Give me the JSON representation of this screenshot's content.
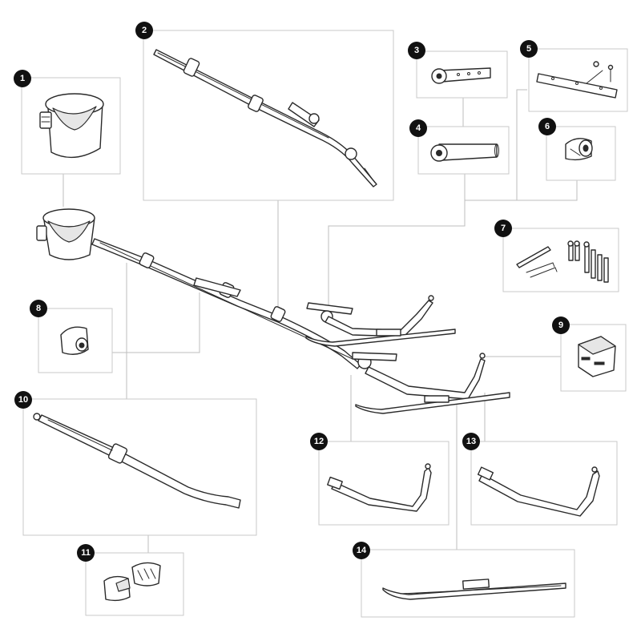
{
  "diagram": {
    "callouts": [
      {
        "id": 1,
        "label": "1"
      },
      {
        "id": 2,
        "label": "2"
      },
      {
        "id": 3,
        "label": "3"
      },
      {
        "id": 4,
        "label": "4"
      },
      {
        "id": 5,
        "label": "5"
      },
      {
        "id": 6,
        "label": "6"
      },
      {
        "id": 7,
        "label": "7"
      },
      {
        "id": 8,
        "label": "8"
      },
      {
        "id": 9,
        "label": "9"
      },
      {
        "id": 10,
        "label": "10"
      },
      {
        "id": 11,
        "label": "11"
      },
      {
        "id": 12,
        "label": "12"
      },
      {
        "id": 13,
        "label": "13"
      },
      {
        "id": 14,
        "label": "14"
      }
    ]
  }
}
